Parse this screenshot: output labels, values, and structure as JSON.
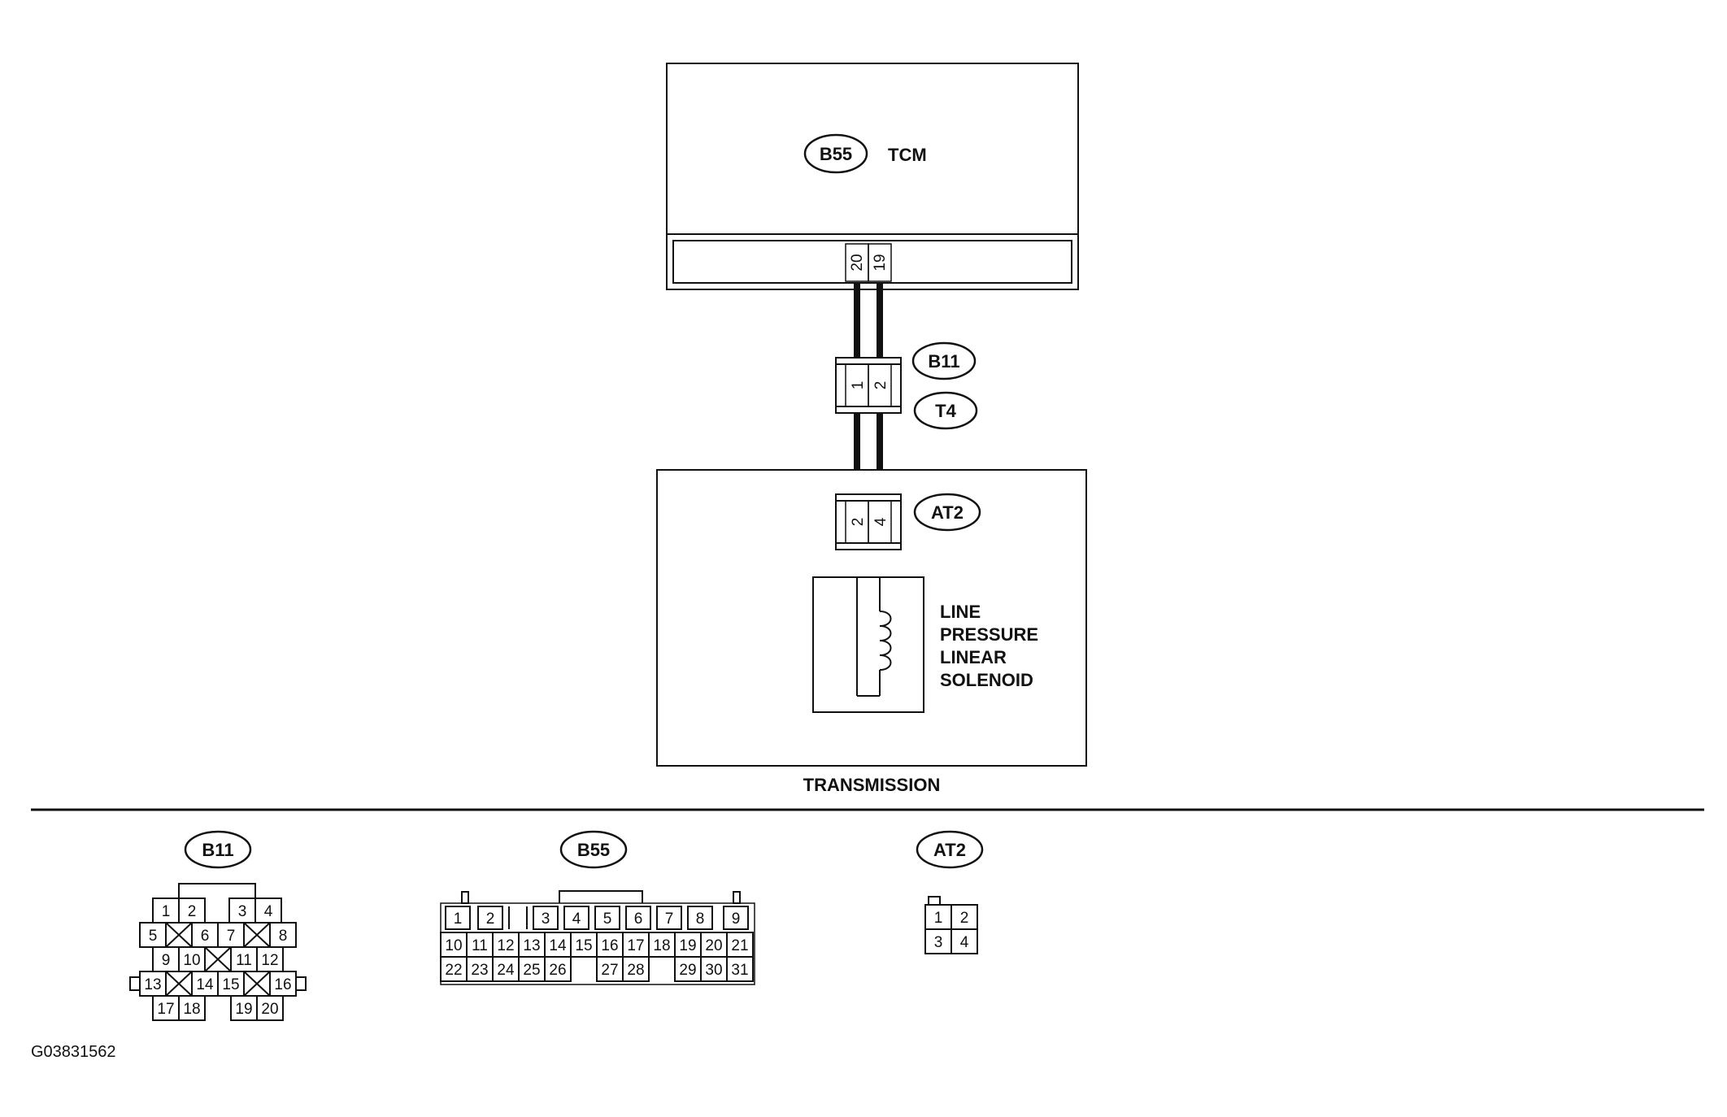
{
  "tcm": {
    "badge": "B55",
    "label": "TCM",
    "pins": [
      "20",
      "19"
    ]
  },
  "inline_connector": {
    "badge_top": "B11",
    "badge_bottom": "T4",
    "pins": [
      "1",
      "2"
    ]
  },
  "transmission": {
    "badge": "AT2",
    "pins": [
      "2",
      "4"
    ],
    "solenoid_label": [
      "LINE",
      "PRESSURE",
      "LINEAR",
      "SOLENOID"
    ],
    "label": "TRANSMISSION"
  },
  "connector_views": {
    "b11": {
      "badge": "B11",
      "rows": [
        [
          "1",
          "2",
          "3",
          "4"
        ],
        [
          "5",
          "6",
          "7",
          "8"
        ],
        [
          "9",
          "10",
          "11",
          "12"
        ],
        [
          "13",
          "14",
          "15",
          "16"
        ],
        [
          "17",
          "18",
          "19",
          "20"
        ]
      ]
    },
    "b55": {
      "badge": "B55",
      "rows": [
        [
          "1",
          "2",
          "3",
          "4",
          "5",
          "6",
          "7",
          "8",
          "9"
        ],
        [
          "10",
          "11",
          "12",
          "13",
          "14",
          "15",
          "16",
          "17",
          "18",
          "19",
          "20",
          "21"
        ],
        [
          "22",
          "23",
          "24",
          "25",
          "26",
          "27",
          "28",
          "29",
          "30",
          "31"
        ]
      ]
    },
    "at2": {
      "badge": "AT2",
      "rows": [
        [
          "1",
          "2"
        ],
        [
          "3",
          "4"
        ]
      ]
    }
  },
  "figure_id": "G03831562"
}
